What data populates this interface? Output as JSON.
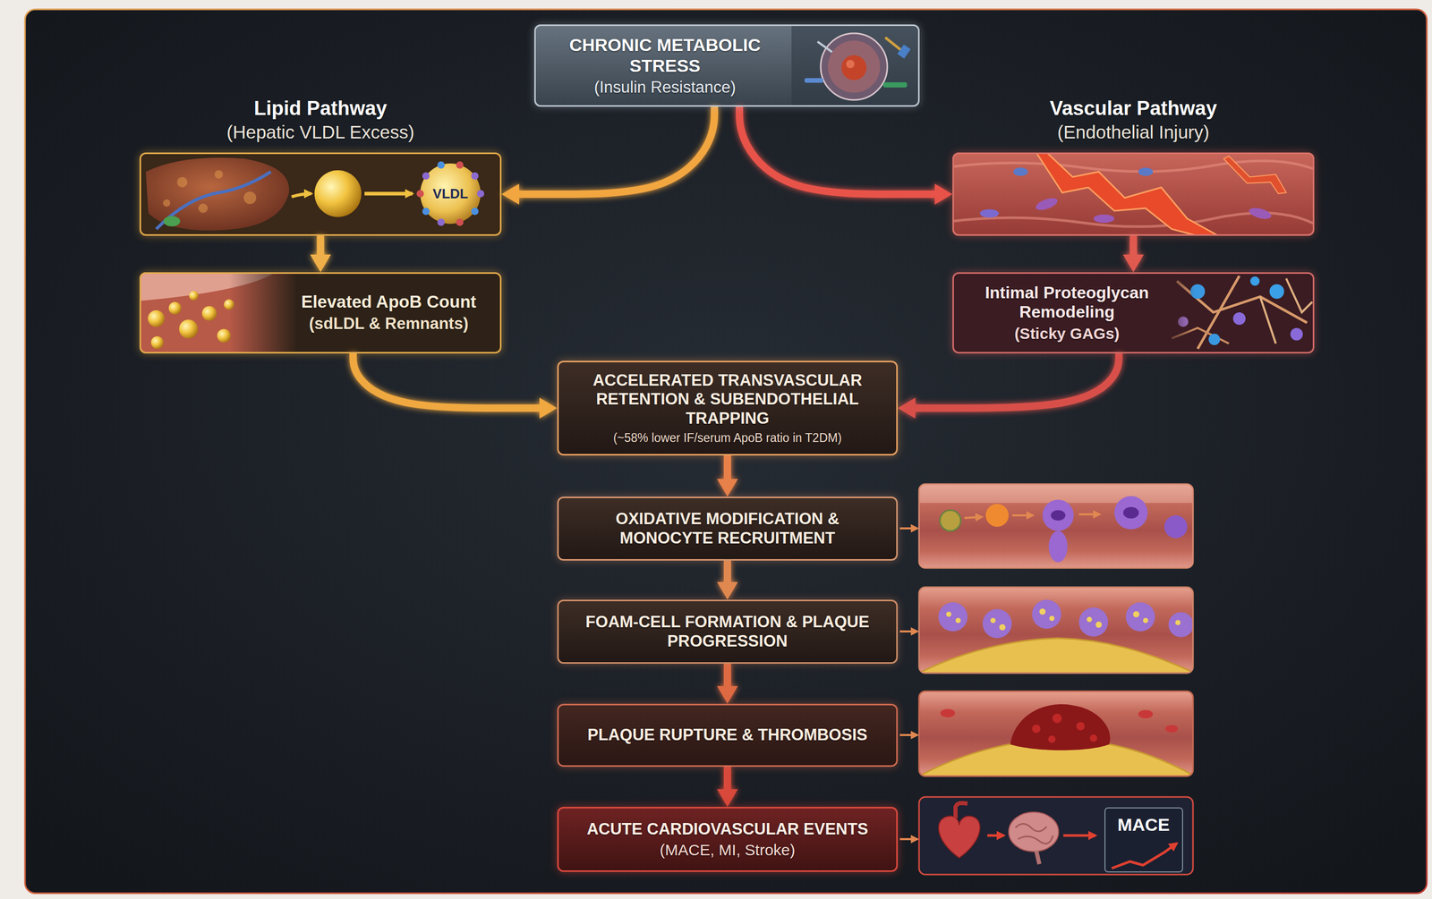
{
  "diagram": {
    "nodes": [
      {
        "text": [
          "CHRONIC METABOLIC STRESS",
          "(Insulin Resistance)"
        ]
      },
      {
        "text": [
          "Lipid Pathway",
          "(Hepatic VLDL Excess)"
        ]
      },
      {
        "text": [
          "Vascular Pathway",
          "(Endothelial Injury)"
        ]
      },
      {
        "text": [
          "Elevated ApoB Count",
          "(sdLDL & Remnants)"
        ]
      },
      {
        "text": [
          "Intimal Proteoglycan Remodeling",
          "(Sticky GAGs)"
        ]
      },
      {
        "text": [
          "ACCELERATED TRANSVASCULAR RETENTION & SUBENDOTHELIAL TRAPPING",
          "(~58% lower IF/serum ApoB ratio in T2DM)"
        ]
      },
      {
        "text": [
          "OXIDATIVE MODIFICATION & MONOCYTE RECRUITMENT"
        ]
      },
      {
        "text": [
          "FOAM-CELL FORMATION & PLAQUE PROGRESSION"
        ]
      },
      {
        "text": [
          "PLAQUE RUPTURE & THROMBOSIS"
        ]
      },
      {
        "text": [
          "ACUTE CARDIOVASCULAR EVENTS",
          "(MACE, MI, Stroke)"
        ]
      }
    ],
    "edges": [
      {
        "from": 0,
        "to": 1,
        "arrow": "to"
      },
      {
        "from": 0,
        "to": 2,
        "arrow": "to"
      },
      {
        "from": 1,
        "to": 3,
        "arrow": "to"
      },
      {
        "from": 2,
        "to": 4,
        "arrow": "to"
      },
      {
        "from": 3,
        "to": 5,
        "arrow": "to"
      },
      {
        "from": 4,
        "to": 5,
        "arrow": "to"
      },
      {
        "from": 5,
        "to": 6,
        "arrow": "to"
      },
      {
        "from": 6,
        "to": 7,
        "arrow": "to"
      },
      {
        "from": 7,
        "to": 8,
        "arrow": "to"
      },
      {
        "from": 8,
        "to": 9,
        "arrow": "to"
      }
    ],
    "labels": [
      "VLDL",
      "MACE"
    ]
  }
}
